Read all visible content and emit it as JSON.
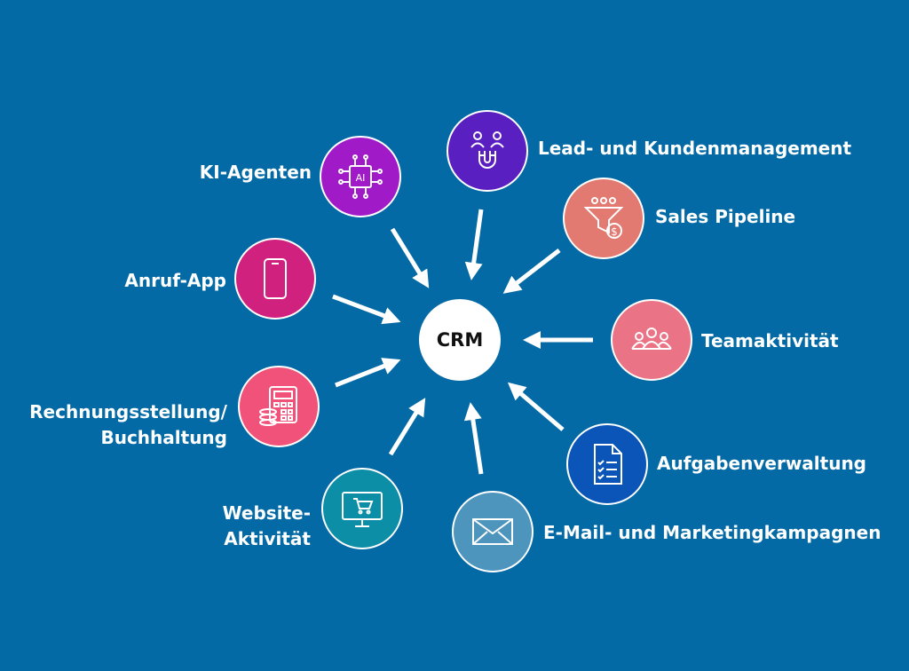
{
  "center": {
    "label": "CRM"
  },
  "nodes": {
    "ki_agenten": {
      "label": "KI-Agenten",
      "icon": "ai-chip-icon",
      "icon_text": "AI",
      "color": "#a11ac8"
    },
    "lead": {
      "label": "Lead- und Kundenmanagement",
      "icon": "magnet-people-icon",
      "color": "#5a1fc0"
    },
    "sales": {
      "label": "Sales Pipeline",
      "icon": "funnel-dollar-icon",
      "color": "#e27a72"
    },
    "anruf": {
      "label": "Anruf-App",
      "icon": "smartphone-icon",
      "color": "#d0217e"
    },
    "team": {
      "label": "Teamaktivität",
      "icon": "team-icon",
      "color": "#ea7486"
    },
    "rechnung": {
      "label_line1": "Rechnungsstellung/",
      "label_line2": "Buchhaltung",
      "icon": "calculator-coins-icon",
      "color": "#f0527a"
    },
    "aufgaben": {
      "label": "Aufgabenverwaltung",
      "icon": "checklist-document-icon",
      "color": "#0a55b7"
    },
    "website": {
      "label_line1": "Website-",
      "label_line2": "Aktivität",
      "icon": "monitor-cart-icon",
      "color": "#0b8ea6"
    },
    "email": {
      "label": "E-Mail- und Marketingkampagnen",
      "icon": "envelope-icon",
      "color": "#4e95bd"
    }
  },
  "colors": {
    "background": "#046aa5",
    "arrow": "#ffffff",
    "center_text": "#111111"
  }
}
